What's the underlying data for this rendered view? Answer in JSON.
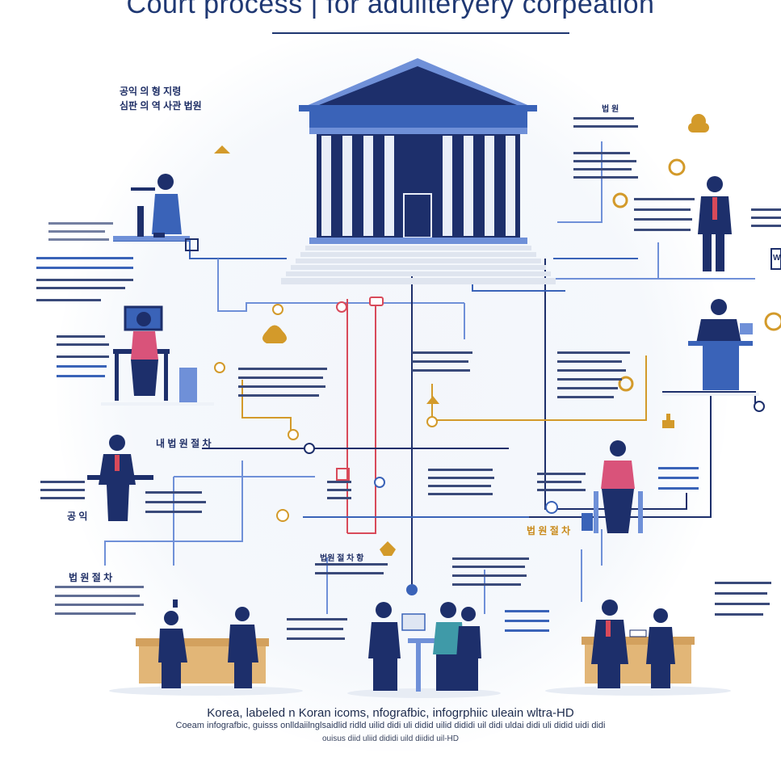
{
  "header": {
    "title": "Court process | for adullteryery corpeation"
  },
  "footer": {
    "line1": "Korea, labeled n Koran icoms, nfografbic, infogrphiic uleain wltra-HD",
    "line2": "Coeam infografbic, guisss onlldaiilnglsaidlid ridld uilid didi uli didid uilid dididi uil didi uldai didi uli didid uidi didi",
    "line3": "ouisus diid uliid dididi uild diidid uil-HD"
  },
  "labels": {
    "top_left_1": "공익 의 형 지령",
    "top_left_2": "심판 의 역 사관 법원",
    "right_head": "법 원",
    "mid_left": "내 법 원 절 차",
    "left_small": "공 익",
    "lower_left": "법 원 절 차",
    "right_mid": "법 원 절 차",
    "center_box": "법원 절 차 항",
    "wall_tag": "W"
  },
  "colors": {
    "navy": "#1d2f6b",
    "blue": "#3a63b8",
    "light_blue": "#6f90d8",
    "gold": "#d39a2a",
    "red": "#d84a5a",
    "desk": "#d3a15e"
  }
}
